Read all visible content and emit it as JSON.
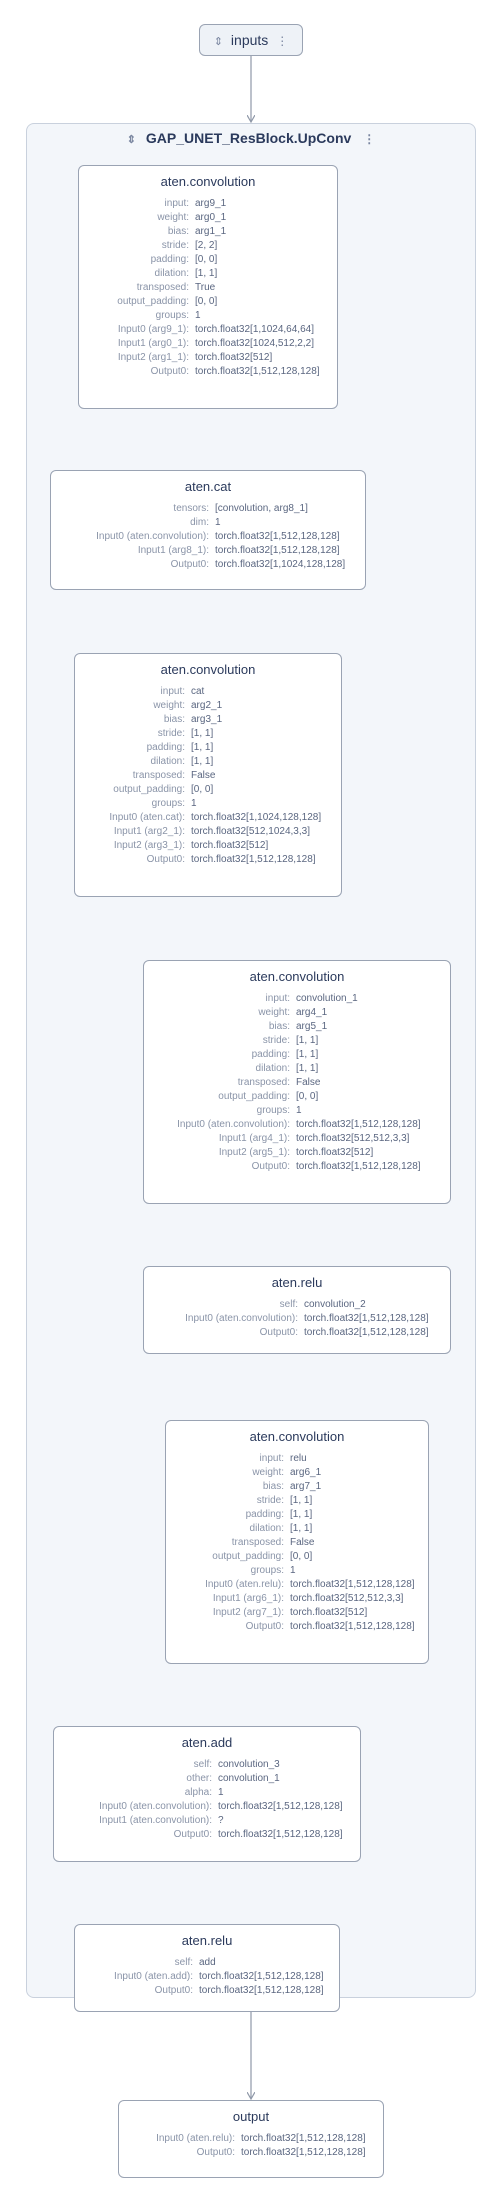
{
  "inputs_node": {
    "label": "inputs",
    "icon": "expand-icon",
    "menu": "⋮"
  },
  "group": {
    "title": "GAP_UNET_ResBlock.UpConv",
    "icon": "collapse-icon",
    "menu": "⋮"
  },
  "nodes": [
    {
      "id": "conv1",
      "title": "aten.convolution",
      "attrs": [
        [
          "input:",
          "arg9_1"
        ],
        [
          "weight:",
          "arg0_1"
        ],
        [
          "bias:",
          "arg1_1"
        ],
        [
          "stride:",
          "[2, 2]"
        ],
        [
          "padding:",
          "[0, 0]"
        ],
        [
          "dilation:",
          "[1, 1]"
        ],
        [
          "transposed:",
          "True"
        ],
        [
          "output_padding:",
          "[0, 0]"
        ],
        [
          "groups:",
          "1"
        ],
        [
          "Input0 (arg9_1):",
          "torch.float32[1,1024,64,64]"
        ],
        [
          "Input1 (arg0_1):",
          "torch.float32[1024,512,2,2]"
        ],
        [
          "Input2 (arg1_1):",
          "torch.float32[512]"
        ],
        [
          "Output0:",
          "torch.float32[1,512,128,128]"
        ]
      ]
    },
    {
      "id": "cat",
      "title": "aten.cat",
      "attrs": [
        [
          "tensors:",
          "[convolution, arg8_1]"
        ],
        [
          "dim:",
          "1"
        ],
        [
          "Input0 (aten.convolution):",
          "torch.float32[1,512,128,128]"
        ],
        [
          "Input1 (arg8_1):",
          "torch.float32[1,512,128,128]"
        ],
        [
          "Output0:",
          "torch.float32[1,1024,128,128]"
        ]
      ]
    },
    {
      "id": "conv2",
      "title": "aten.convolution",
      "attrs": [
        [
          "input:",
          "cat"
        ],
        [
          "weight:",
          "arg2_1"
        ],
        [
          "bias:",
          "arg3_1"
        ],
        [
          "stride:",
          "[1, 1]"
        ],
        [
          "padding:",
          "[1, 1]"
        ],
        [
          "dilation:",
          "[1, 1]"
        ],
        [
          "transposed:",
          "False"
        ],
        [
          "output_padding:",
          "[0, 0]"
        ],
        [
          "groups:",
          "1"
        ],
        [
          "Input0 (aten.cat):",
          "torch.float32[1,1024,128,128]"
        ],
        [
          "Input1 (arg2_1):",
          "torch.float32[512,1024,3,3]"
        ],
        [
          "Input2 (arg3_1):",
          "torch.float32[512]"
        ],
        [
          "Output0:",
          "torch.float32[1,512,128,128]"
        ]
      ]
    },
    {
      "id": "conv3",
      "title": "aten.convolution",
      "attrs": [
        [
          "input:",
          "convolution_1"
        ],
        [
          "weight:",
          "arg4_1"
        ],
        [
          "bias:",
          "arg5_1"
        ],
        [
          "stride:",
          "[1, 1]"
        ],
        [
          "padding:",
          "[1, 1]"
        ],
        [
          "dilation:",
          "[1, 1]"
        ],
        [
          "transposed:",
          "False"
        ],
        [
          "output_padding:",
          "[0, 0]"
        ],
        [
          "groups:",
          "1"
        ],
        [
          "Input0 (aten.convolution):",
          "torch.float32[1,512,128,128]"
        ],
        [
          "Input1 (arg4_1):",
          "torch.float32[512,512,3,3]"
        ],
        [
          "Input2 (arg5_1):",
          "torch.float32[512]"
        ],
        [
          "Output0:",
          "torch.float32[1,512,128,128]"
        ]
      ]
    },
    {
      "id": "relu1",
      "title": "aten.relu",
      "attrs": [
        [
          "self:",
          "convolution_2"
        ],
        [
          "Input0 (aten.convolution):",
          "torch.float32[1,512,128,128]"
        ],
        [
          "Output0:",
          "torch.float32[1,512,128,128]"
        ]
      ]
    },
    {
      "id": "conv4",
      "title": "aten.convolution",
      "attrs": [
        [
          "input:",
          "relu"
        ],
        [
          "weight:",
          "arg6_1"
        ],
        [
          "bias:",
          "arg7_1"
        ],
        [
          "stride:",
          "[1, 1]"
        ],
        [
          "padding:",
          "[1, 1]"
        ],
        [
          "dilation:",
          "[1, 1]"
        ],
        [
          "transposed:",
          "False"
        ],
        [
          "output_padding:",
          "[0, 0]"
        ],
        [
          "groups:",
          "1"
        ],
        [
          "Input0 (aten.relu):",
          "torch.float32[1,512,128,128]"
        ],
        [
          "Input1 (arg6_1):",
          "torch.float32[512,512,3,3]"
        ],
        [
          "Input2 (arg7_1):",
          "torch.float32[512]"
        ],
        [
          "Output0:",
          "torch.float32[1,512,128,128]"
        ]
      ]
    },
    {
      "id": "add",
      "title": "aten.add",
      "attrs": [
        [
          "self:",
          "convolution_3"
        ],
        [
          "other:",
          "convolution_1"
        ],
        [
          "alpha:",
          "1"
        ],
        [
          "Input0 (aten.convolution):",
          "torch.float32[1,512,128,128]"
        ],
        [
          "Input1 (aten.convolution):",
          "?"
        ],
        [
          "Output0:",
          "torch.float32[1,512,128,128]"
        ]
      ]
    },
    {
      "id": "relu2",
      "title": "aten.relu",
      "attrs": [
        [
          "self:",
          "add"
        ],
        [
          "Input0 (aten.add):",
          "torch.float32[1,512,128,128]"
        ],
        [
          "Output0:",
          "torch.float32[1,512,128,128]"
        ]
      ]
    },
    {
      "id": "output",
      "title": "output",
      "attrs": [
        [
          "Input0 (aten.relu):",
          "torch.float32[1,512,128,128]"
        ],
        [
          "Output0:",
          "torch.float32[1,512,128,128]"
        ]
      ]
    }
  ]
}
